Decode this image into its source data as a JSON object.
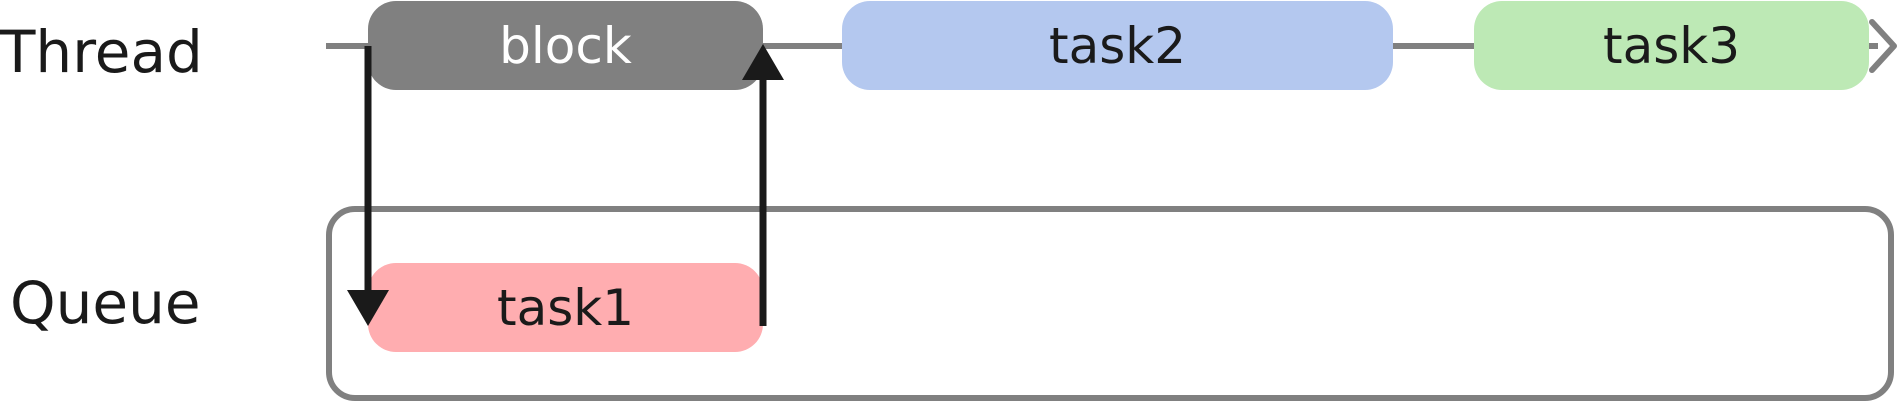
{
  "rows": {
    "thread_label": "Thread",
    "queue_label": "Queue"
  },
  "thread_tasks": [
    {
      "label": "block",
      "color": "#808080",
      "text_color": "#ffffff"
    },
    {
      "label": "task2",
      "color": "#b4c8ef",
      "text_color": "#1a1a1a"
    },
    {
      "label": "task3",
      "color": "#bde9b5",
      "text_color": "#1a1a1a"
    }
  ],
  "queue_tasks": [
    {
      "label": "task1",
      "color": "#ffadb0",
      "text_color": "#1a1a1a"
    }
  ],
  "colors": {
    "timeline": "#808080",
    "queue_border": "#808080",
    "arrow": "#1a1a1a"
  }
}
